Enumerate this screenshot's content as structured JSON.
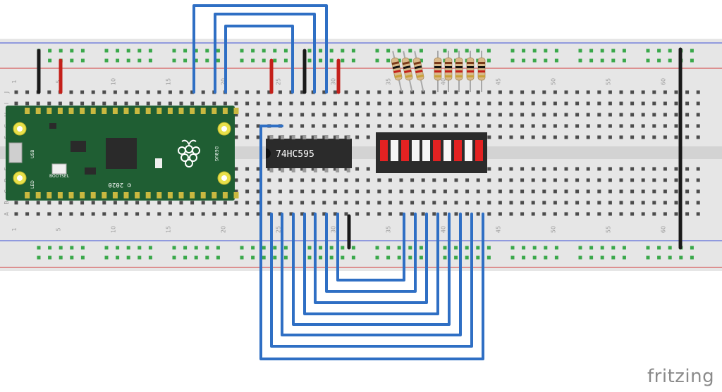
{
  "breadboard": {
    "column_numbers_top": [
      "1",
      "5",
      "10",
      "15",
      "20",
      "25",
      "30",
      "35",
      "40",
      "45",
      "50",
      "55",
      "60"
    ],
    "column_numbers_bottom": [
      "1",
      "5",
      "10",
      "15",
      "20",
      "25",
      "30",
      "35",
      "40",
      "45",
      "50",
      "55",
      "60"
    ],
    "row_letters_top": [
      "J",
      "I",
      "H",
      "G",
      "F"
    ],
    "row_letters_bottom": [
      "E",
      "D",
      "C",
      "B",
      "A"
    ]
  },
  "pico": {
    "name": "Raspberry Pi Pico",
    "year": "© 2020",
    "labels": {
      "usb": "USB",
      "led": "LED",
      "bootsel": "BOOTSEL",
      "debug": "DEBUG"
    }
  },
  "chip": {
    "label": "74HC595"
  },
  "led_bar": {
    "segment_colors": [
      "red",
      "white",
      "red",
      "white",
      "white",
      "red",
      "white",
      "red",
      "white",
      "red"
    ]
  },
  "resistor_count": 8,
  "brand": "fritzing",
  "colors": {
    "wire_blue": "#2f6fc4",
    "wire_black": "#1a1a1a",
    "wire_red": "#c4201a",
    "board": "#e6e6e6",
    "pico_green": "#1f5e33",
    "led_red": "#e32222"
  }
}
